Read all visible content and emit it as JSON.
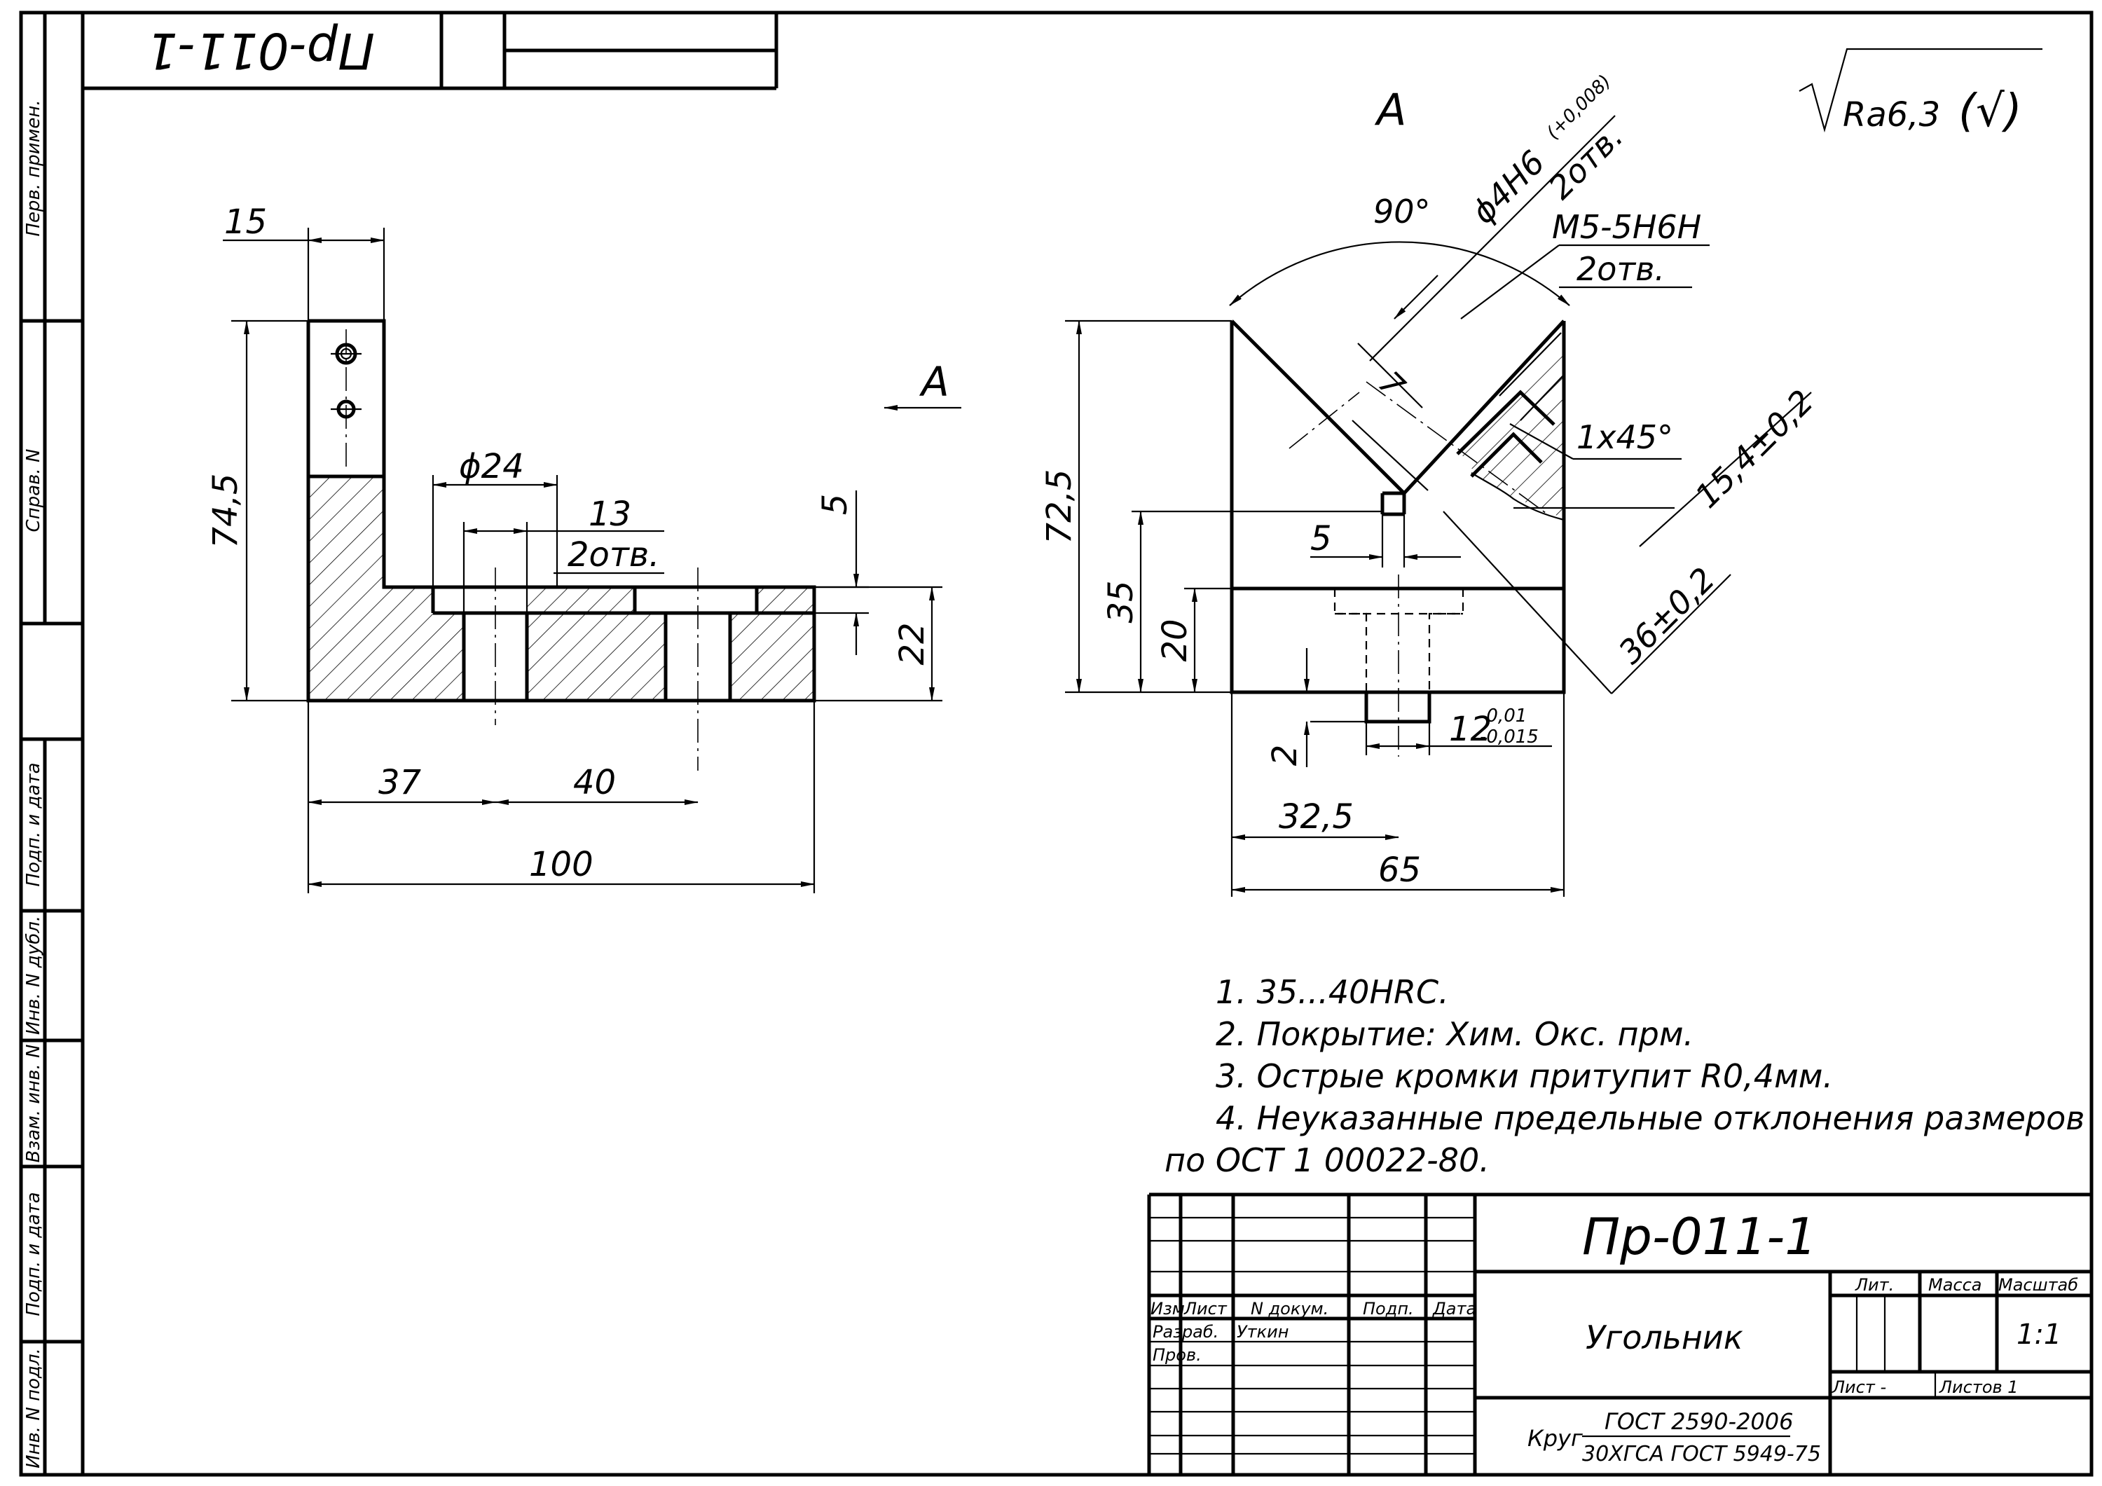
{
  "stamp": {
    "designation": "Пр-011-1",
    "designation_rotated": "Пр-011-1",
    "name": "Угольник",
    "material_prefix": "Круг",
    "material_top": "ГОСТ 2590-2006",
    "material_bottom": "30ХГСА ГОСТ 5949-75",
    "headers": {
      "izm": "Изм",
      "list": "Лист",
      "ndokum": "N докум.",
      "podp": "Подп.",
      "data": "Дата",
      "lit": "Лит.",
      "massa": "Масса",
      "masshtab": "Масштаб"
    },
    "rows": {
      "razrab_label": "Разраб.",
      "razrab_name": "Уткин",
      "prov_label": "Пров."
    },
    "scale": "1:1",
    "sheet_label": "Лист -",
    "sheets_label": "Листов 1"
  },
  "side_strip": {
    "perv_primen": "Перв. примен.",
    "sprav_n": "Справ. N",
    "podp_data_1": "Подп. и дата",
    "inv_n_dubl": "Инв. N дубл.",
    "vzam_inv_n": "Взам. инв. N",
    "podp_data_2": "Подп. и дата",
    "inv_n_podl": "Инв. N подл."
  },
  "roughness": {
    "value": "Ra6,3",
    "suffix": "(√)"
  },
  "view_label": "А",
  "view_arrow_label": "А",
  "dimensions": {
    "d15": "15",
    "d74_5": "74,5",
    "d24": "ϕ24",
    "d13": "13",
    "d13_note": "2отв.",
    "d5_left": "5",
    "d22": "22",
    "d37": "37",
    "d40": "40",
    "d100": "100",
    "d90": "90°",
    "d4h6": "ϕ4H6",
    "d4h6_tol": "(+0,008)",
    "d4h6_note": "2отв.",
    "m5": "М5-5Н6Н",
    "m5_note": "2отв.",
    "d7": "7",
    "chamfer": "1x45°",
    "d15_4": "15,4±0,2",
    "d36": "36±0,2",
    "d72_5": "72,5",
    "d35": "35",
    "d20": "20",
    "d5_right": "5",
    "d2": "2",
    "d12": "12",
    "d12_tol_up": "-0,01",
    "d12_tol_low": "-0,015",
    "d32_5": "32,5",
    "d65": "65"
  },
  "notes": [
    "1. 35...40HRC.",
    "2. Покрытие: Хим. Окс. прм.",
    "3. Острые кромки притупит R0,4мм.",
    "4. Неуказанные предельные отклонения размеров",
    "по ОСТ 1 00022-80."
  ]
}
